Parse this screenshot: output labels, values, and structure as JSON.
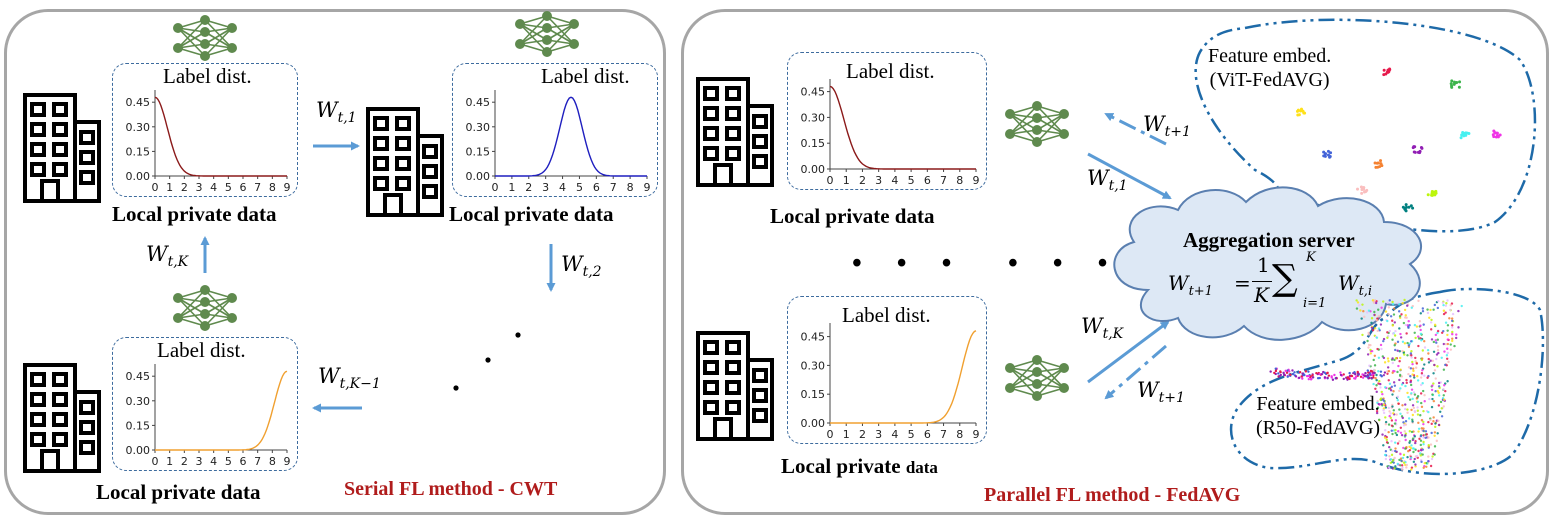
{
  "cards": {
    "title": "Label dist.",
    "y_ticks": [
      "0.45",
      "0.30",
      "0.15",
      "0.00"
    ],
    "x_ticks": [
      "0",
      "1",
      "2",
      "3",
      "4",
      "5",
      "6",
      "7",
      "8",
      "9"
    ]
  },
  "labels": {
    "local_private_data": "Local private data",
    "local_private": "Local private",
    "data_small": "data"
  },
  "serial": {
    "method": "Serial FL method - CWT",
    "w_t1": {
      "base": "W",
      "sub": "t,1"
    },
    "w_t2": {
      "base": "W",
      "sub": "t,2"
    },
    "w_tK": {
      "base": "W",
      "sub": "t,K"
    },
    "w_tK1": {
      "base": "W",
      "sub": "t,K−1"
    }
  },
  "parallel": {
    "method": "Parallel FL method - FedAVG",
    "dots": "• • •",
    "w_next": {
      "base": "W",
      "sub": "t+1"
    },
    "w_t1": {
      "base": "W",
      "sub": "t,1"
    },
    "w_tK": {
      "base": "W",
      "sub": "t,K"
    },
    "server_title": "Aggregation server",
    "formula": {
      "lhs": "W",
      "lhs_sub": "t+1",
      "eq": "=",
      "num": "1",
      "den": "K",
      "sum": "∑",
      "sum_top": "K",
      "sum_bot": "i=1",
      "rhs": "W",
      "rhs_sub": "t,i"
    },
    "embed_vit_1": "Feature embed.",
    "embed_vit_2": "(ViT-FedAVG)",
    "embed_r50_1": "Feature embed.",
    "embed_r50_2": "(R50-FedAVG)"
  },
  "colors": {
    "panel_border": "#a6a6a6",
    "card_border": "#3d6b9e",
    "arrow": "#5b9bd5",
    "network": "#5f8a4e",
    "method_red": "#b01c1c",
    "curve_dark_red": "#8b1a1a",
    "curve_blue": "#1f1fbf",
    "curve_orange": "#f0a030",
    "cloud_fill": "#dde8f5",
    "cloud_border": "#5a7fb0",
    "bubble_border": "#1e6aa8"
  },
  "icons": [
    "building-icon",
    "neural-network-icon",
    "cloud-icon"
  ]
}
